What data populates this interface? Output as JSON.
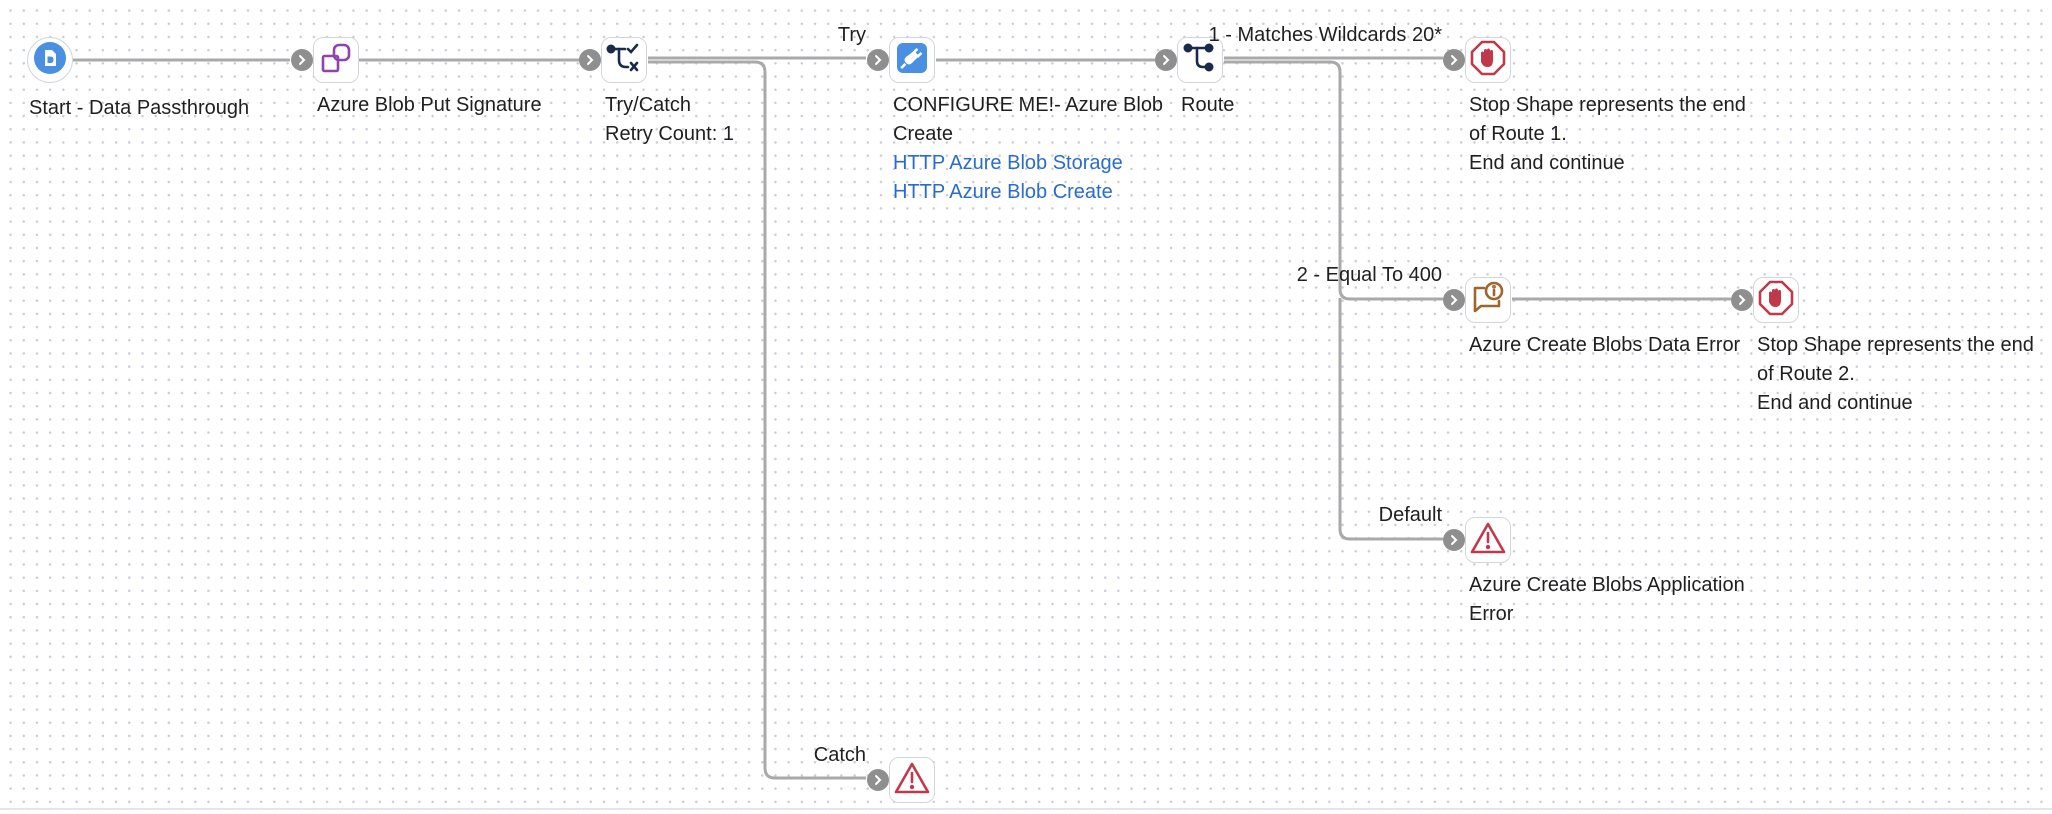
{
  "colors": {
    "wire": "#a9a9a9",
    "port": "#8f8f8f",
    "start": "#4a90e2",
    "map": "#8e44ad",
    "navy": "#1a2a4a",
    "connector": "#4a90e2",
    "stop": "#c0394b",
    "notify": "#a0652a",
    "exception": "#c0394b",
    "link": "#2a6ccc"
  },
  "shapes": {
    "start": {
      "icon": "start-document-icon",
      "label": "Start - Data Passthrough"
    },
    "put_signature": {
      "icon": "map-shapes-icon",
      "label": "Azure Blob Put Signature"
    },
    "try_catch": {
      "icon": "try-catch-icon",
      "label_line1": "Try/Catch",
      "label_line2": "Retry Count: 1"
    },
    "connector": {
      "icon": "connector-plug-icon",
      "label_line1": "CONFIGURE ME!- Azure Blob",
      "label_line2": "Create",
      "link1": "HTTP Azure Blob Storage",
      "link2": "HTTP Azure Blob Create"
    },
    "route": {
      "icon": "route-branch-icon",
      "label": "Route"
    },
    "stop1": {
      "icon": "stop-hand-icon",
      "label_line1": "Stop Shape represents the end",
      "label_line2": "of Route 1.",
      "label_line3": "End and continue"
    },
    "notify": {
      "icon": "notify-message-icon",
      "label": "Azure Create Blobs Data Error"
    },
    "stop2": {
      "icon": "stop-hand-icon",
      "label_line1": "Stop Shape represents the end",
      "label_line2": "of Route 2.",
      "label_line3": "End and continue"
    },
    "app_error": {
      "icon": "warning-triangle-icon",
      "label_line1": "Azure Create Blobs Application",
      "label_line2": "Error"
    },
    "catch_error": {
      "icon": "warning-triangle-icon"
    }
  },
  "branches": {
    "try": "Try",
    "catch": "Catch",
    "route1": "1 - Matches Wildcards 20*",
    "route2": "2 - Equal To 400",
    "default": "Default"
  }
}
